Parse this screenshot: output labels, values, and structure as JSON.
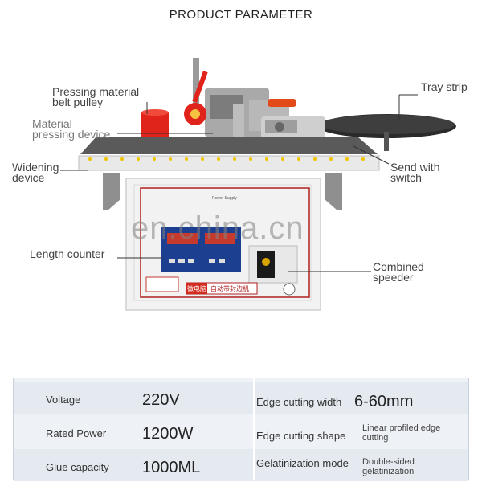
{
  "title": "PRODUCT PARAMETER",
  "watermark": "en.china.cn",
  "callouts": {
    "pressing_pulley": "Pressing material\nbelt pulley",
    "material_pressing": "Material\npressing device",
    "tray_strip": "Tray strip",
    "widening": "Widening\ndevice",
    "send_switch": "Send with\nswitch",
    "length_counter": "Length counter",
    "combined_speeder": "Combined\nspeeder"
  },
  "machine_labels": {
    "power_supply": "Power Supply",
    "brand_cn": "微电脑",
    "name_cn": "自动带封边机"
  },
  "specs": {
    "left": [
      {
        "label": "Voltage",
        "value": "220V"
      },
      {
        "label": "Rated Power",
        "value": "1200W"
      },
      {
        "label": "Glue capacity",
        "value": "1000ML"
      }
    ],
    "right": [
      {
        "label": "Edge cutting width",
        "value": "6-60mm"
      },
      {
        "label": "Edge cutting shape",
        "value": "Linear profiled edge\ncutting"
      },
      {
        "label": "Gelatinization mode",
        "value": "Double-sided\ngelatinization"
      }
    ]
  },
  "colors": {
    "machine_body": "#f2f2f2",
    "panel_blue": "#1d3f8f",
    "pulley_red": "#e0231b",
    "accent_yellow": "#f2c400"
  }
}
